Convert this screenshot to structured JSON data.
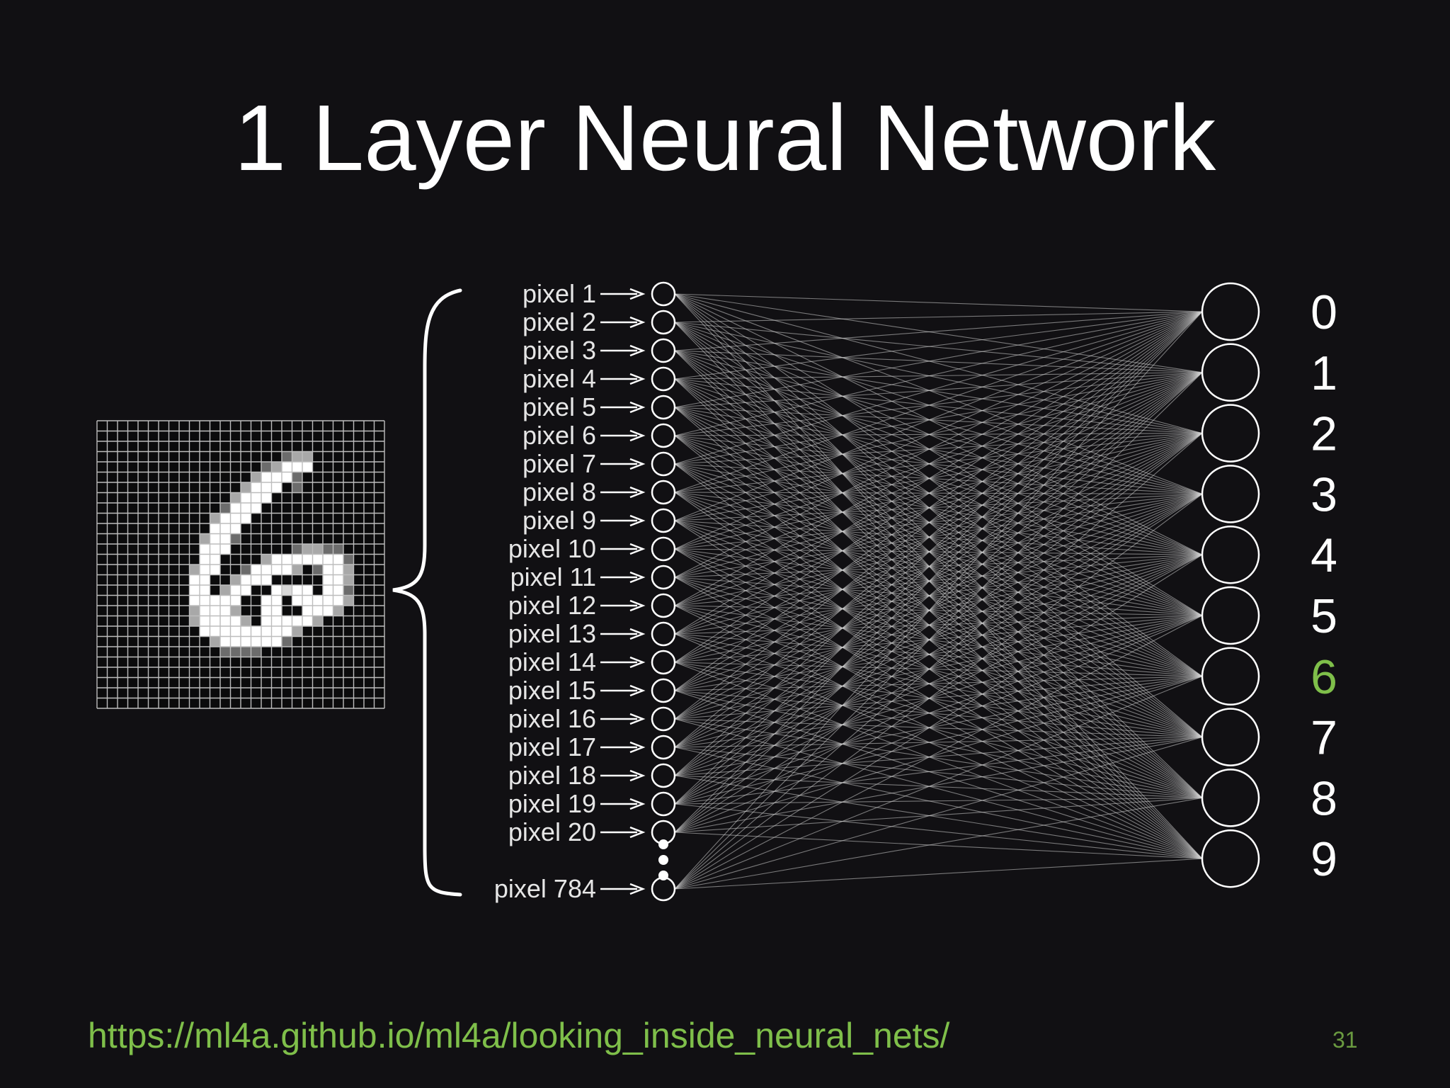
{
  "slide": {
    "title": "1 Layer Neural Network",
    "source_url": "https://ml4a.github.io/ml4a/looking_inside_neural_nets/",
    "page_number": "31"
  },
  "diagram": {
    "input_labels": [
      "pixel 1",
      "pixel 2",
      "pixel 3",
      "pixel 4",
      "pixel 5",
      "pixel 6",
      "pixel 7",
      "pixel 8",
      "pixel 9",
      "pixel 10",
      "pixel 11",
      "pixel 12",
      "pixel 13",
      "pixel 14",
      "pixel 15",
      "pixel 16",
      "pixel 17",
      "pixel 18",
      "pixel 19",
      "pixel 20"
    ],
    "last_input_label": "pixel 784",
    "output_labels": [
      "0",
      "1",
      "2",
      "3",
      "4",
      "5",
      "6",
      "7",
      "8",
      "9"
    ],
    "highlighted_output": "6",
    "colors": {
      "background": "#111013",
      "text": "#ffffff",
      "highlight": "#7fbf4a",
      "link": "#7fbf4a",
      "connections": "#cfcfcf"
    },
    "digit_image": {
      "grid_size": 28,
      "rows": [
        "............................",
        "............................",
        "............................",
        "..................233.......",
        "................23999.......",
        "...............39992........",
        "..............3999.2........",
        ".............3999...........",
        "............2999............",
        "...........3999.............",
        "...........999..............",
        "..........3992..............",
        "..........999......23322....",
        "..........99....399999992...",
        ".........399..299993.2993...",
        ".........99..3999.....993...",
        ".........99.399..9899.992...",
        ".........99999..99.999993...",
        ".........39993..99..9993....",
        ".........399993.999993......",
        "..........9999999993........",
        "...........39999992.........",
        "............2222............",
        "............................",
        "............................",
        "............................",
        "............................",
        "............................"
      ]
    }
  }
}
